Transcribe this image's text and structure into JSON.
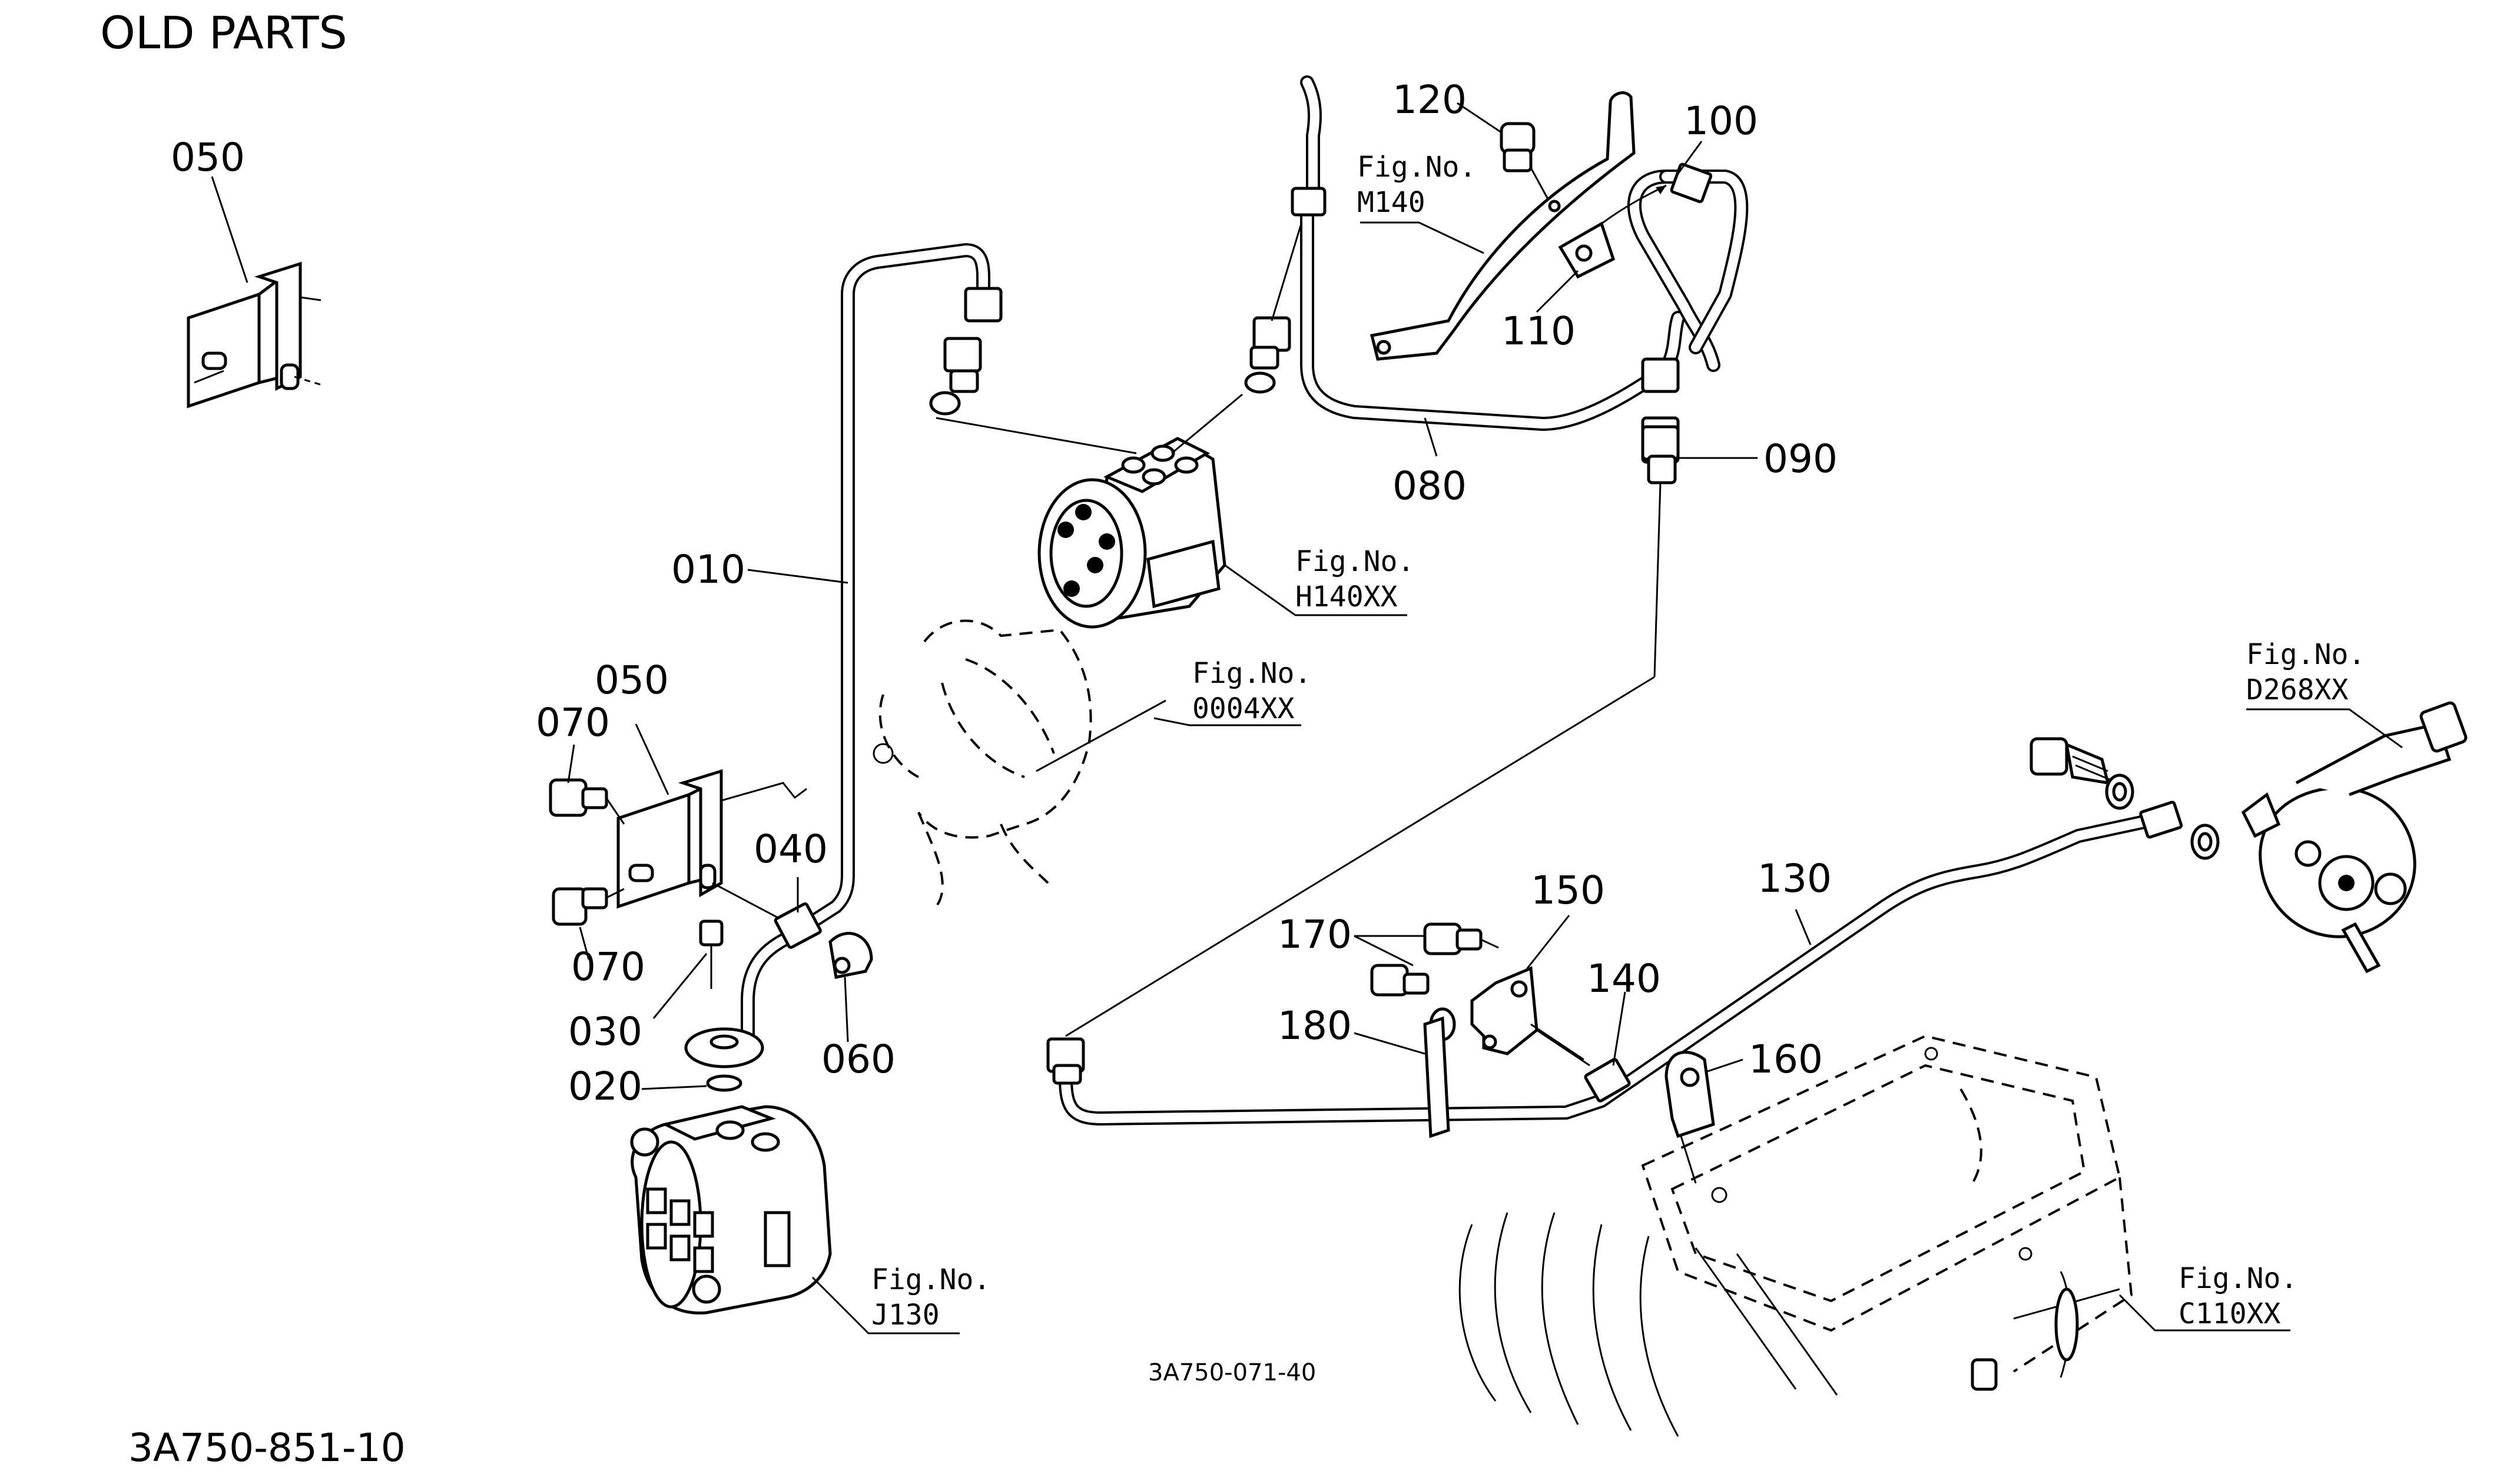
{
  "header": {
    "title": "OLD PARTS"
  },
  "footer": {
    "drawing_code": "3A750-851-10",
    "sub_code": "3A750-071-40"
  },
  "part_numbers": {
    "p050_top": "050",
    "p050": "050",
    "p010": "010",
    "p070_a": "070",
    "p070_b": "070",
    "p040": "040",
    "p030": "030",
    "p060": "060",
    "p020": "020",
    "p120": "120",
    "p100": "100",
    "p110": "110",
    "p080": "080",
    "p090": "090",
    "p130": "130",
    "p150": "150",
    "p170": "170",
    "p140": "140",
    "p180": "180",
    "p160": "160"
  },
  "fig_refs": {
    "m140": {
      "label": "Fig.No.",
      "code": "M140"
    },
    "h140": {
      "label": "Fig.No.",
      "code": "H140XX"
    },
    "f0004": {
      "label": "Fig.No.",
      "code": "0004XX"
    },
    "d268": {
      "label": "Fig.No.",
      "code": "D268XX"
    },
    "j130": {
      "label": "Fig.No.",
      "code": "J130"
    },
    "c110": {
      "label": "Fig.No.",
      "code": "C110XX"
    }
  },
  "icons": [
    "hydraulic-pump-icon",
    "steering-valve-icon",
    "transmission-case-icon",
    "gearbox-icon",
    "control-valve-icon"
  ]
}
